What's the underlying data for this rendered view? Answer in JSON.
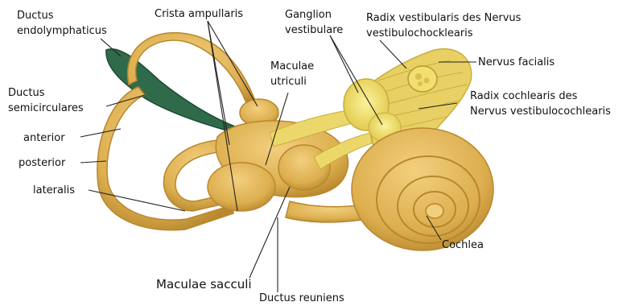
{
  "labels": {
    "ductus_endolymphaticus": [
      "Ductus",
      "endolymphaticus"
    ],
    "crista_ampullaris": "Crista ampullaris",
    "ganglion_vestibulare": [
      "Ganglion",
      "vestibulare"
    ],
    "radix_vestibularis": [
      "Radix vestibularis des Nervus",
      "vestibulochocklearis"
    ],
    "nervus_facialis": "Nervus facialis",
    "maculae_utriculi": [
      "Maculae",
      "utriculi"
    ],
    "ductus_semicirculares": [
      "Ductus",
      "semicirculares"
    ],
    "anterior": "anterior",
    "posterior": "posterior",
    "lateralis": "lateralis",
    "radix_cochlearis": [
      "Radix cochlearis des",
      "Nervus vestibulocochlearis"
    ],
    "cochlea": "Cochlea",
    "maculae_sacculi": "Maculae sacculi",
    "ductus_reuniens": "Ductus reuniens"
  },
  "colors": {
    "bone": "#e3b85b",
    "bone_dark": "#b8872e",
    "nerve": "#ecd86a",
    "nerve_dark": "#c9ae3a",
    "ganglion": "#f6ea6a",
    "duct_green": "#2f6b4a",
    "line": "#222222"
  }
}
